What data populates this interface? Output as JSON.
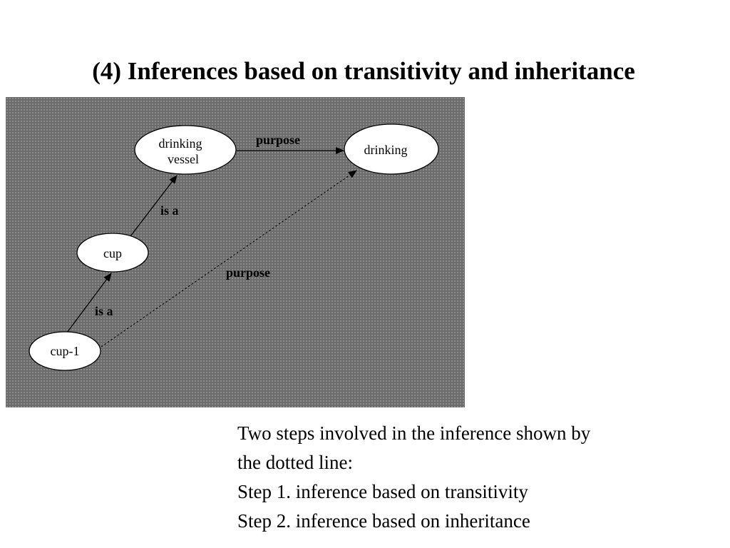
{
  "slide": {
    "title": "(4) Inferences based on transitivity and inheritance"
  },
  "diagram": {
    "background_color": "#6c6c6c",
    "node_fill": "#ffffff",
    "line_color": "#000000",
    "nodes": {
      "drinking_vessel": {
        "line1": "drinking",
        "line2": "vessel"
      },
      "drinking": {
        "label": "drinking"
      },
      "cup": {
        "label": "cup"
      },
      "cup_1": {
        "label": "cup-1"
      }
    },
    "edges": {
      "vessel_to_drinking": {
        "label": "purpose",
        "style": "solid"
      },
      "cup_to_vessel": {
        "label": "is a",
        "style": "solid"
      },
      "cup1_to_cup": {
        "label": "is a",
        "style": "solid"
      },
      "cup1_to_drinking": {
        "label": "purpose",
        "style": "dotted"
      }
    }
  },
  "notes": {
    "line1": "Two steps involved in the inference shown by",
    "line2": "the dotted line:",
    "line3": "Step 1. inference based on transitivity",
    "line4": "Step 2. inference based on inheritance"
  }
}
